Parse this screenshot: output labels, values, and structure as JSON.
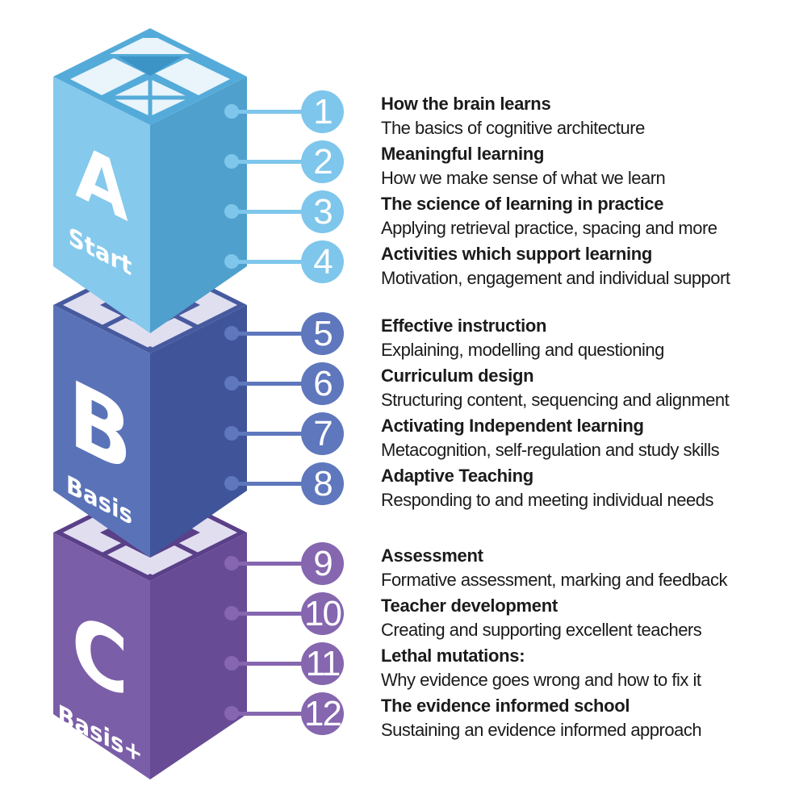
{
  "palette": {
    "a_accent": "#7ec6eb",
    "a_face_light": "#85c9ed",
    "a_face_dark": "#4fa0cd",
    "a_top_frame": "#54abd9",
    "a_top_panel": "#eaf4fb",
    "a_funnel": "#3c93c6",
    "b_accent": "#5e77bd",
    "b_face_light": "#5a73b8",
    "b_face_dark": "#3f5499",
    "b_top_hole": "#475a9f",
    "b_top_panel": "#dfdff0",
    "c_accent": "#8566af",
    "c_face_light": "#7b5ea8",
    "c_face_dark": "#684b95",
    "c_top_hole": "#5a4088",
    "c_top_panel": "#e1def0",
    "text_color": "#1b1b1b",
    "background": "#ffffff"
  },
  "cubes": [
    {
      "letter": "A",
      "label": "Start",
      "items": [
        {
          "number": "1",
          "title": "How the brain learns",
          "description": "The basics of cognitive architecture"
        },
        {
          "number": "2",
          "title": "Meaningful learning",
          "description": "How we make sense of what we learn"
        },
        {
          "number": "3",
          "title": "The science of learning in practice",
          "description": "Applying retrieval practice, spacing and more"
        },
        {
          "number": "4",
          "title": "Activities which support learning",
          "description": "Motivation, engagement and individual support"
        }
      ]
    },
    {
      "letter": "B",
      "label": "Basis",
      "items": [
        {
          "number": "5",
          "title": "Effective instruction",
          "description": "Explaining, modelling and questioning"
        },
        {
          "number": "6",
          "title": "Curriculum design",
          "description": "Structuring content, sequencing and alignment"
        },
        {
          "number": "7",
          "title": "Activating Independent learning",
          "description": "Metacognition, self-regulation and study skills"
        },
        {
          "number": "8",
          "title": "Adaptive Teaching",
          "description": "Responding to and meeting individual needs"
        }
      ]
    },
    {
      "letter": "C",
      "label": "Basis+",
      "items": [
        {
          "number": "9",
          "title": "Assessment",
          "description": "Formative assessment, marking and feedback"
        },
        {
          "number": "10",
          "title": "Teacher development",
          "description": "Creating and supporting excellent teachers"
        },
        {
          "number": "11",
          "title": "Lethal mutations:",
          "description": "Why evidence goes wrong and how to fix it"
        },
        {
          "number": "12",
          "title": "The evidence informed school",
          "description": "Sustaining an evidence informed approach"
        }
      ]
    }
  ]
}
